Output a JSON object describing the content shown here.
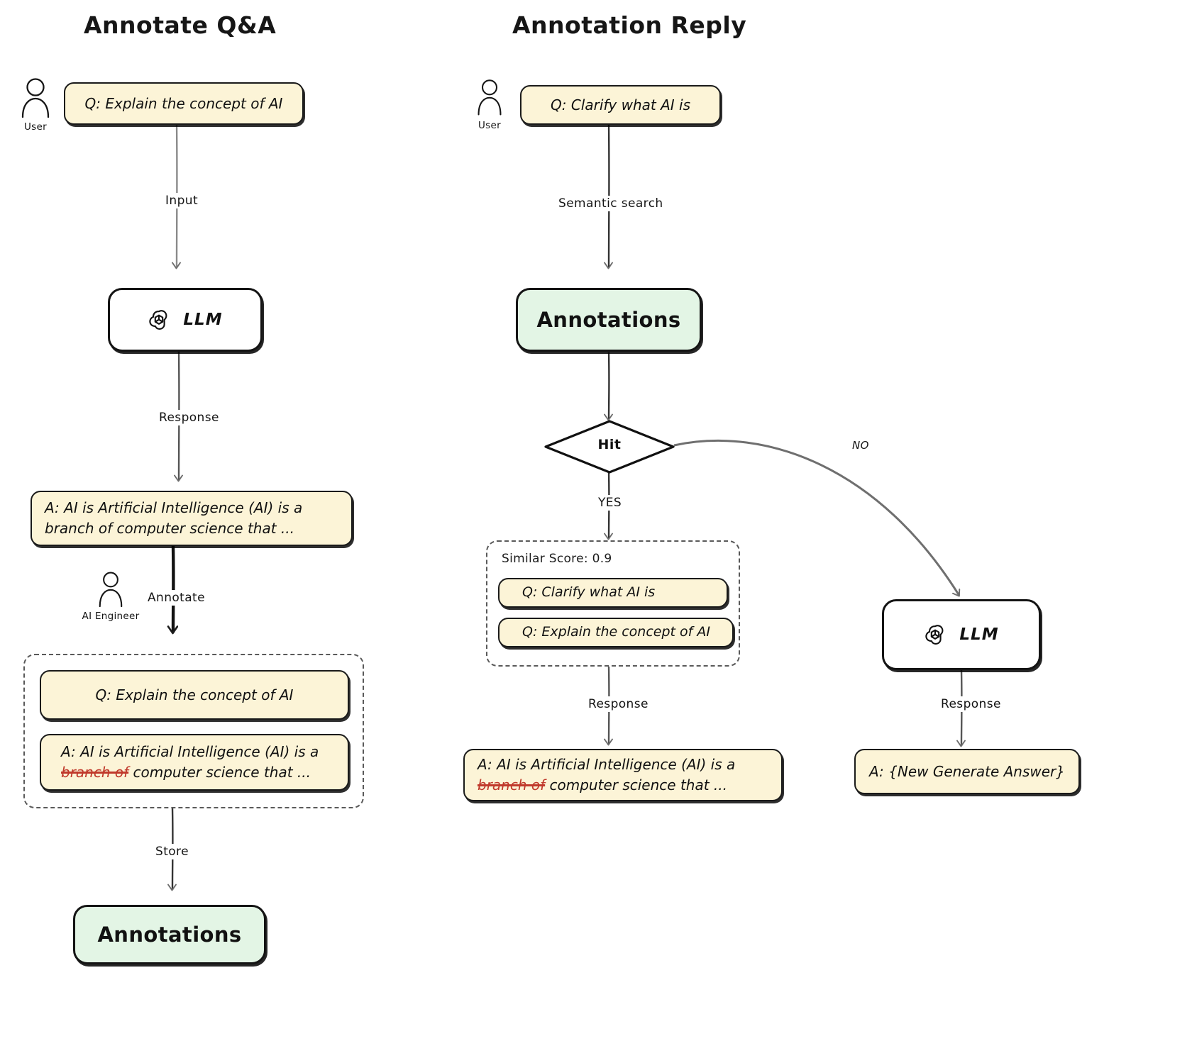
{
  "meta": {
    "colors": {
      "qa_fill": "#fcf4d7",
      "store_fill": "#e3f5e5",
      "stroke": "#141414",
      "strike_red": "#c0392b",
      "arrow_gray": "#666666",
      "dashed_gray": "#5a5a5a",
      "background": "#ffffff"
    }
  },
  "columns": [
    {
      "id": "left",
      "title": "Annotate Q&A"
    },
    {
      "id": "right",
      "title": "Annotation Reply"
    }
  ],
  "actors": {
    "user_left": {
      "caption": "User",
      "icon": "user-icon"
    },
    "user_right": {
      "caption": "User",
      "icon": "user-icon"
    },
    "ai_engineer": {
      "caption": "AI Engineer",
      "icon": "user-icon"
    }
  },
  "left_flow": {
    "question": {
      "label": "Q: Explain the concept of AI"
    },
    "llm": {
      "label": "LLM",
      "icon": "openai-logo-icon"
    },
    "answer": {
      "line1": "A: AI is Artificial Intelligence (AI) is a",
      "line2": "branch of computer science that ..."
    },
    "annotated_group": {
      "question": {
        "label": "Q: Explain the concept of AI"
      },
      "answer": {
        "line1": "A: AI is Artificial Intelligence (AI) is a",
        "line2_struck": "branch of",
        "line2_rest": "computer science that ..."
      }
    },
    "annotations_store": {
      "label": "Annotations"
    },
    "edges": {
      "input": "Input",
      "response": "Response",
      "annotate": "Annotate",
      "store": "Store"
    }
  },
  "right_flow": {
    "question": {
      "label": "Q: Clarify what AI is"
    },
    "annotations_store": {
      "label": "Annotations"
    },
    "decision": {
      "label": "Hit"
    },
    "match_group": {
      "caption": "Similar Score: 0.9",
      "items": [
        {
          "label": "Q: Clarify what AI is"
        },
        {
          "label": "Q: Explain the concept of AI"
        }
      ]
    },
    "hit_answer": {
      "line1": "A: AI is Artificial Intelligence (AI) is a",
      "line2_struck": "branch of",
      "line2_rest": "computer science that ..."
    },
    "llm": {
      "label": "LLM",
      "icon": "openai-logo-icon"
    },
    "new_answer": {
      "label": "A: {New Generate Answer}"
    },
    "edges": {
      "semantic_search": "Semantic search",
      "yes": "YES",
      "no": "NO",
      "response_hit": "Response",
      "response_llm": "Response"
    }
  }
}
